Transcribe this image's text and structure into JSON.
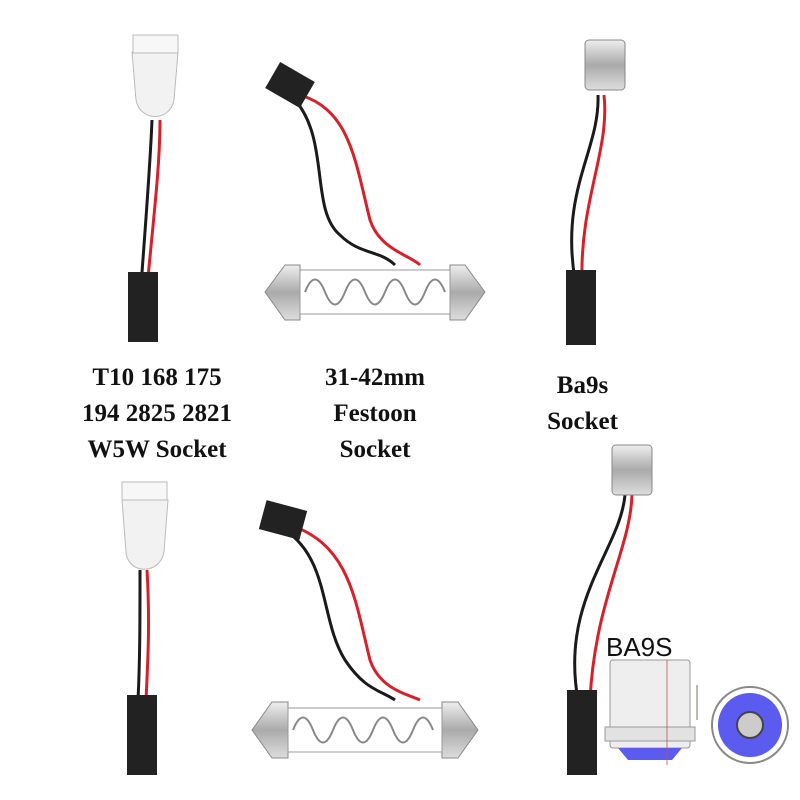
{
  "labels": {
    "t10": [
      "T10 168 175",
      "194 2825 2821",
      "W5W Socket"
    ],
    "festoon": [
      "31-42mm",
      "Festoon",
      "Socket"
    ],
    "ba9s": [
      "Ba9s",
      "Socket"
    ]
  },
  "diagram": {
    "title": "BA9S"
  },
  "colors": {
    "wire_red": "#d8202a",
    "wire_black": "#1a1a1a",
    "plug": "#222222",
    "socket_white": "#f2f2f2",
    "metal": "#c8c8c8",
    "bulb_blue": "#5b5bef"
  }
}
